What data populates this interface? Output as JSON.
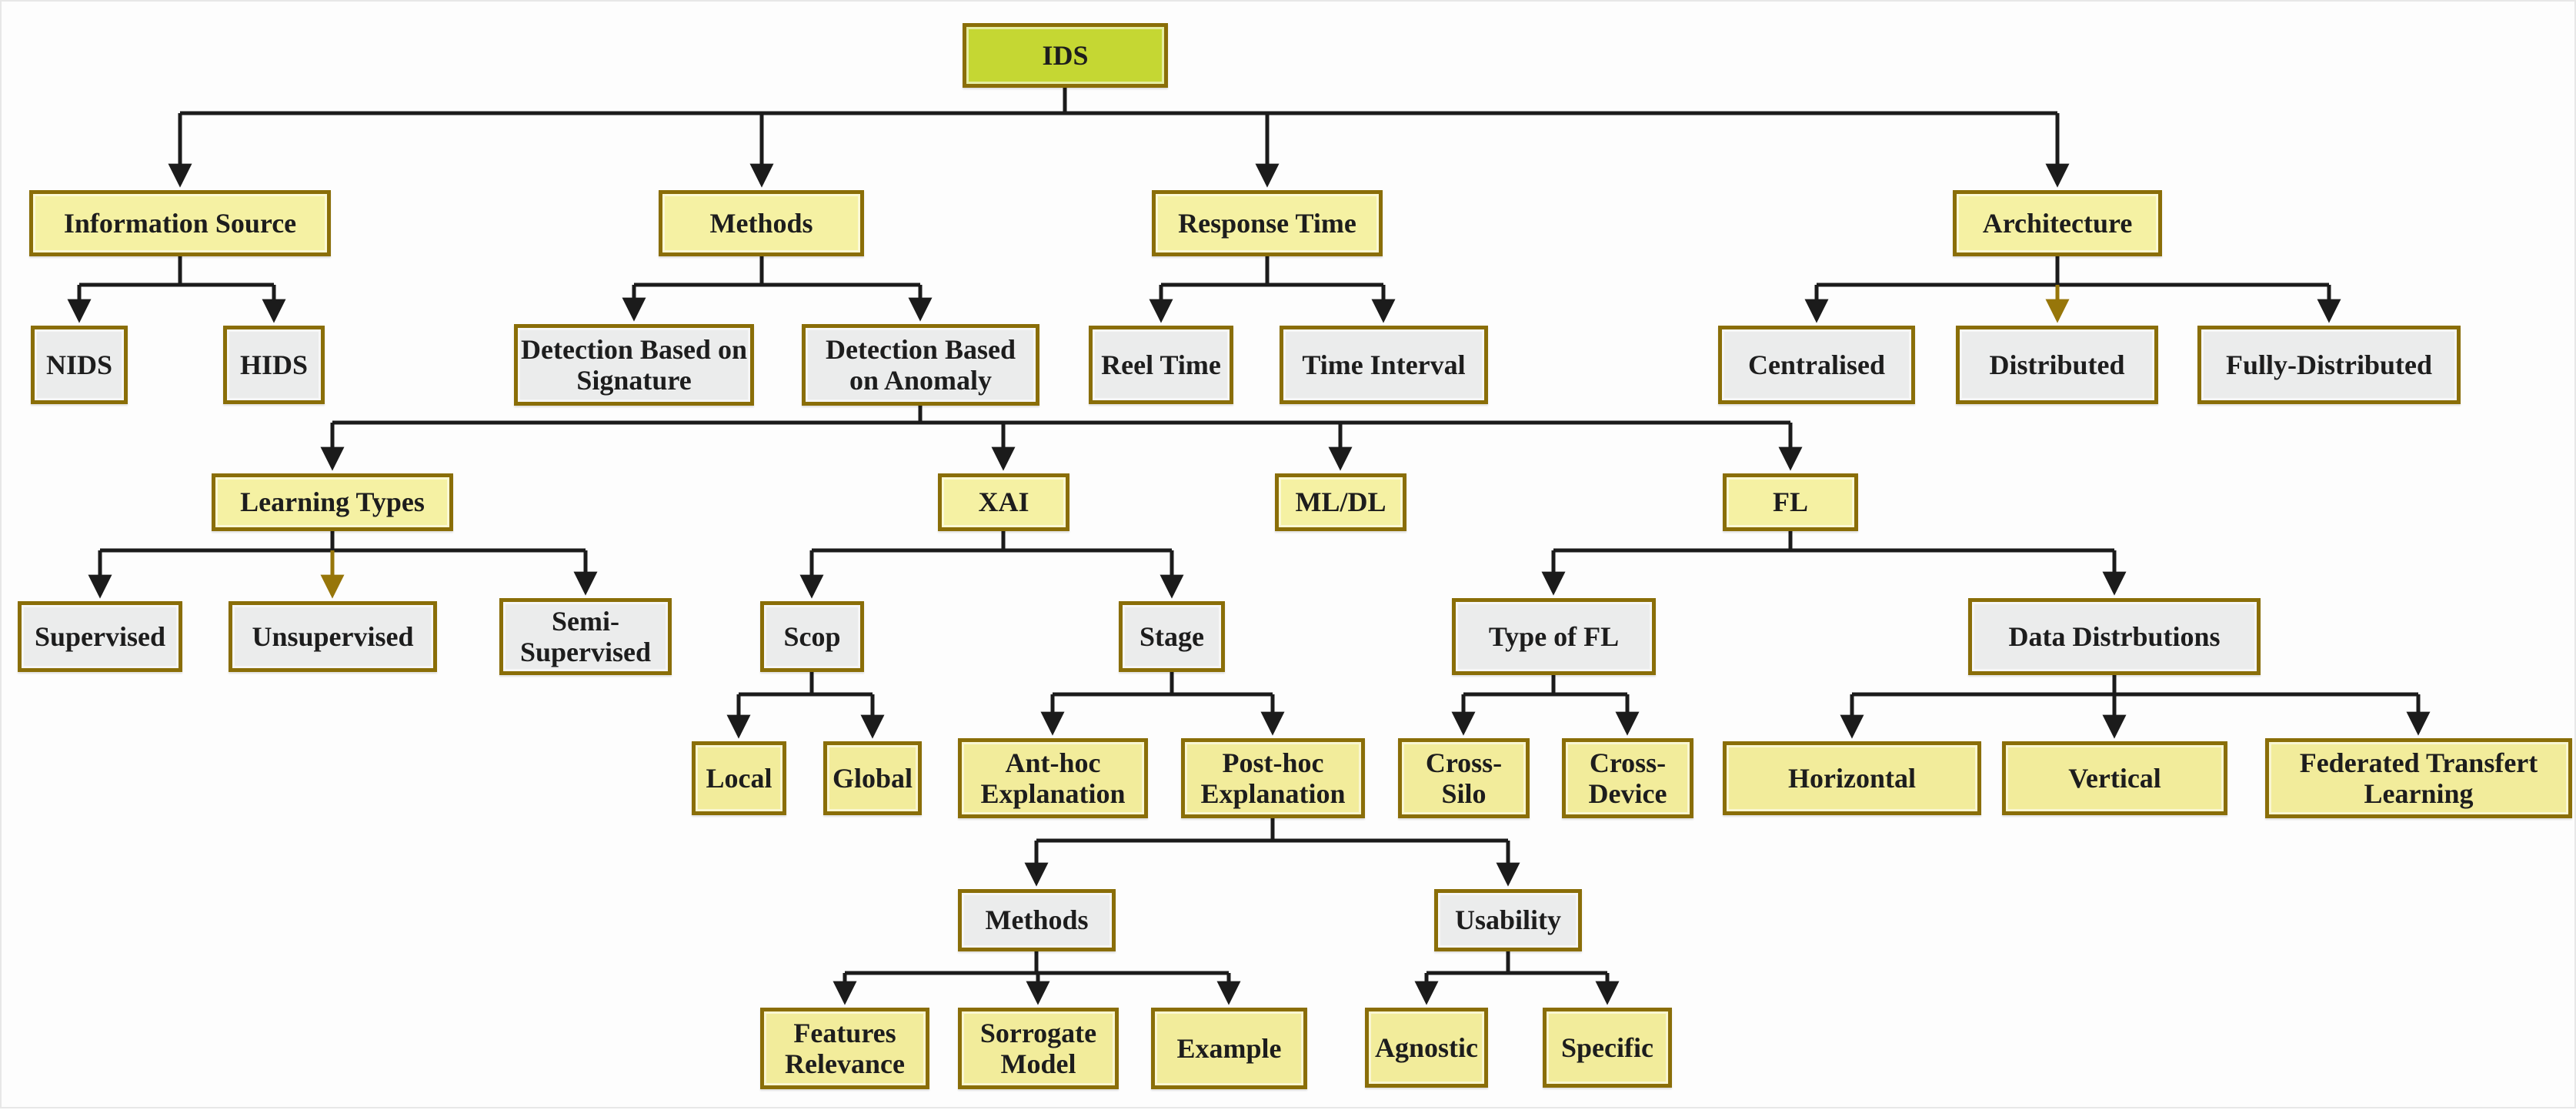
{
  "diagram_title": "IDS taxonomy tree",
  "colors": {
    "root_fill": "#c5d733",
    "category_fill": "#f5f1a3",
    "leaf_fill": "#f2ec9b",
    "gray_fill": "#ebecec",
    "border": "#8a6e08",
    "line": "#1b1b1b",
    "accent_arrow": "#97760a"
  },
  "nodes": {
    "ids": "IDS",
    "information_source": "Information Source",
    "methods": "Methods",
    "response_time": "Response Time",
    "architecture": "Architecture",
    "nids": "NIDS",
    "hids": "HIDS",
    "detection_signature": "Detection Based on Signature",
    "detection_anomaly": "Detection Based on Anomaly",
    "reel_time": "Reel Time",
    "time_interval": "Time Interval",
    "centralised": "Centralised",
    "distributed": "Distributed",
    "fully_distributed": "Fully-Distributed",
    "learning_types": "Learning Types",
    "xai": "XAI",
    "ml_dl": "ML/DL",
    "fl": "FL",
    "supervised": "Supervised",
    "unsupervised": "Unsupervised",
    "semi_supervised": "Semi-Supervised",
    "scop": "Scop",
    "stage": "Stage",
    "type_of_fl": "Type of FL",
    "data_distrbutions": "Data Distrbutions",
    "local": "Local",
    "global": "Global",
    "ant_hoc_explanation": "Ant-hoc Explanation",
    "post_hoc_explanation": "Post-hoc Explanation",
    "cross_silo": "Cross-Silo",
    "cross_device": "Cross-Device",
    "horizontal": "Horizontal",
    "vertical": "Vertical",
    "federated_transfert_learning": "Federated Transfert Learning",
    "xai_methods": "Methods",
    "usability": "Usability",
    "features_relevance": "Features Relevance",
    "sorrogate_model": "Sorrogate Model",
    "example": "Example",
    "agnostic": "Agnostic",
    "specific": "Specific"
  },
  "edges": [
    [
      "ids",
      "information_source"
    ],
    [
      "ids",
      "methods"
    ],
    [
      "ids",
      "response_time"
    ],
    [
      "ids",
      "architecture"
    ],
    [
      "information_source",
      "nids"
    ],
    [
      "information_source",
      "hids"
    ],
    [
      "methods",
      "detection_signature"
    ],
    [
      "methods",
      "detection_anomaly"
    ],
    [
      "response_time",
      "reel_time"
    ],
    [
      "response_time",
      "time_interval"
    ],
    [
      "architecture",
      "centralised"
    ],
    [
      "architecture",
      "distributed"
    ],
    [
      "architecture",
      "fully_distributed"
    ],
    [
      "detection_anomaly",
      "learning_types"
    ],
    [
      "detection_anomaly",
      "xai"
    ],
    [
      "detection_anomaly",
      "ml_dl"
    ],
    [
      "detection_anomaly",
      "fl"
    ],
    [
      "learning_types",
      "supervised"
    ],
    [
      "learning_types",
      "unsupervised"
    ],
    [
      "learning_types",
      "semi_supervised"
    ],
    [
      "xai",
      "scop"
    ],
    [
      "xai",
      "stage"
    ],
    [
      "scop",
      "local"
    ],
    [
      "scop",
      "global"
    ],
    [
      "stage",
      "ant_hoc_explanation"
    ],
    [
      "stage",
      "post_hoc_explanation"
    ],
    [
      "post_hoc_explanation",
      "xai_methods"
    ],
    [
      "post_hoc_explanation",
      "usability"
    ],
    [
      "xai_methods",
      "features_relevance"
    ],
    [
      "xai_methods",
      "sorrogate_model"
    ],
    [
      "xai_methods",
      "example"
    ],
    [
      "usability",
      "agnostic"
    ],
    [
      "usability",
      "specific"
    ],
    [
      "fl",
      "type_of_fl"
    ],
    [
      "fl",
      "data_distrbutions"
    ],
    [
      "type_of_fl",
      "cross_silo"
    ],
    [
      "type_of_fl",
      "cross_device"
    ],
    [
      "data_distrbutions",
      "horizontal"
    ],
    [
      "data_distrbutions",
      "vertical"
    ],
    [
      "data_distrbutions",
      "federated_transfert_learning"
    ]
  ],
  "accent_colored_arrows": [
    [
      "learning_types",
      "unsupervised"
    ],
    [
      "architecture",
      "distributed"
    ]
  ]
}
